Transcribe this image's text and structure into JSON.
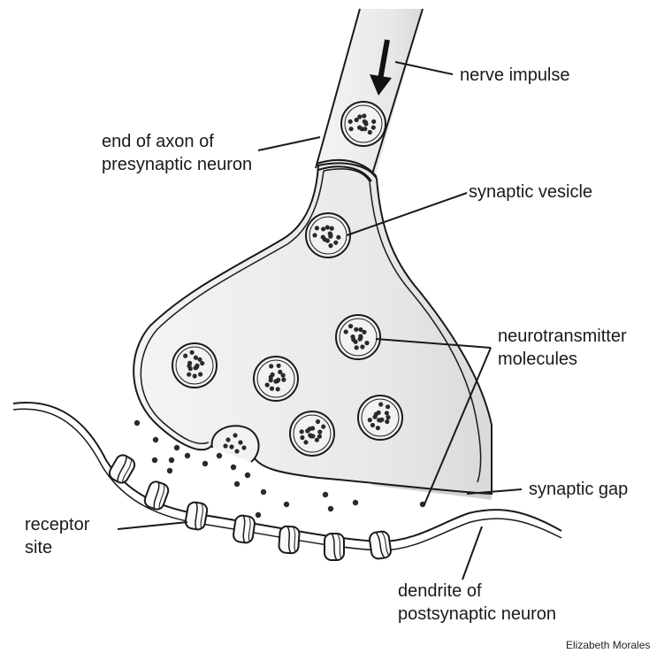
{
  "labels": {
    "nerve_impulse": "nerve impulse",
    "axon_line1": "end of axon of",
    "axon_line2": "presynaptic neuron",
    "synaptic_vesicle": "synaptic vesicle",
    "neurotransmitter_line1": "neurotransmitter",
    "neurotransmitter_line2": "molecules",
    "synaptic_gap": "synaptic gap",
    "receptor_line1": "receptor",
    "receptor_line2": "site",
    "dendrite_line1": "dendrite of",
    "dendrite_line2": "postsynaptic neuron"
  },
  "credit": "Elizabeth Morales",
  "colors": {
    "outline": "#1a1a1a",
    "terminal_fill": "#ededed",
    "shadow": "#c9c9c9",
    "vesicle_fill": "#f2f2f2",
    "molecule": "#2a2a2a"
  }
}
